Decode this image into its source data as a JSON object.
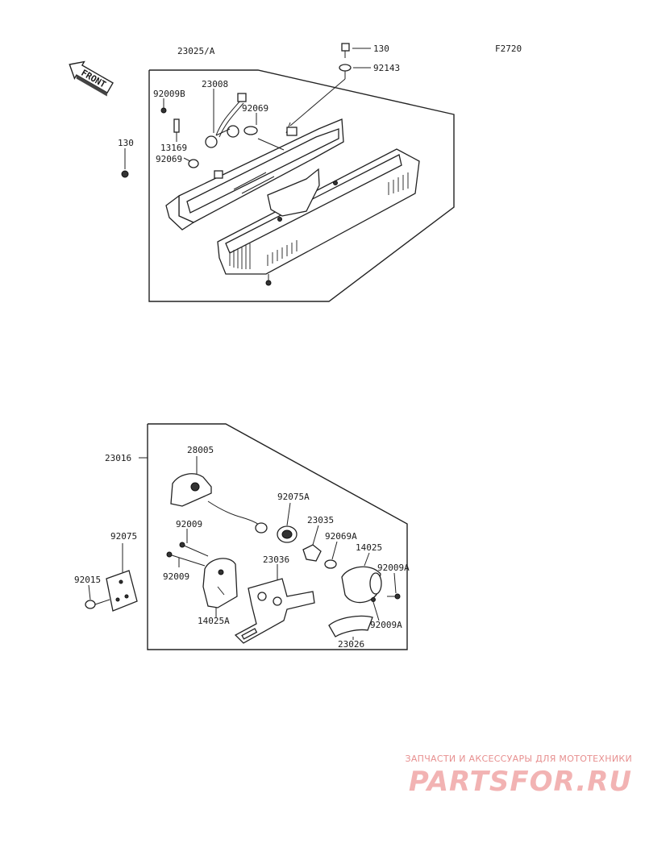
{
  "diagram": {
    "fig_code": "F2720",
    "front_arrow": "FRONT",
    "upper_assembly": {
      "assembly": "23025/A",
      "labels": [
        "130",
        "92143",
        "23008",
        "92009B",
        "92069",
        "13169",
        "92069",
        "130"
      ]
    },
    "lower_assembly": {
      "assembly": "23016",
      "labels": [
        "28005",
        "92075A",
        "92009",
        "23035",
        "92069A",
        "14025",
        "92009A",
        "92009",
        "23036",
        "92075",
        "92015",
        "14025A",
        "92009A",
        "23026"
      ]
    }
  },
  "watermark": {
    "tagline": "ЗАПЧАСТИ И АКСЕССУАРЫ ДЛЯ МОТОТЕХНИКИ",
    "logo_text": "PARTSFOR.RU"
  }
}
